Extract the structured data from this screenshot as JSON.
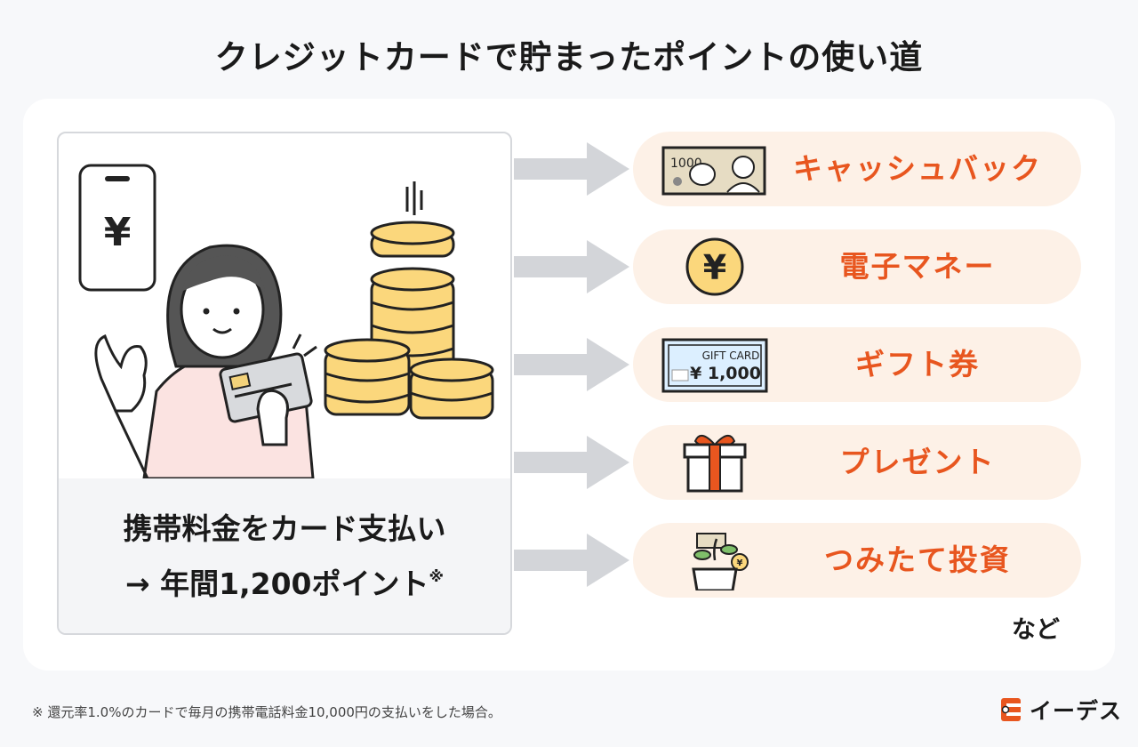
{
  "title": "クレジットカードで貯まったポイントの使い道",
  "source": {
    "line1": "携帯料金をカード支払い",
    "line2": "→ 年間1,200ポイント",
    "mark": "※",
    "phone_symbol": "¥"
  },
  "uses": [
    {
      "label": "キャッシュバック",
      "icon": "banknote-1000-icon",
      "icon_text": "1000"
    },
    {
      "label": "電子マネー",
      "icon": "yen-coin-icon",
      "icon_text": "¥"
    },
    {
      "label": "ギフト券",
      "icon": "gift-card-icon",
      "icon_text": "GIFT CARD",
      "icon_value": "¥ 1,000"
    },
    {
      "label": "プレゼント",
      "icon": "gift-box-icon"
    },
    {
      "label": "つみたて投資",
      "icon": "money-tree-icon",
      "icon_text": "¥"
    }
  ],
  "etc": "など",
  "footnote": "※ 還元率1.0%のカードで毎月の携帯電話料金10,000円の支払いをした場合。",
  "brand": "イーデス",
  "colors": {
    "accent": "#e8561f",
    "pill_bg": "#fdf1e7",
    "arrow": "#d3d5d9",
    "coin": "#fbd77c"
  }
}
